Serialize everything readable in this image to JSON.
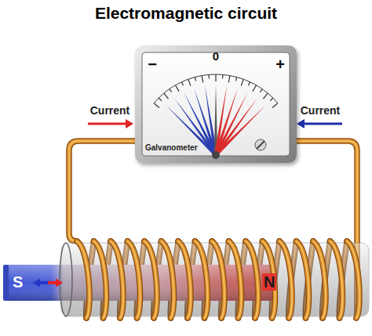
{
  "diagram": {
    "title": "Electromagnetic circuit",
    "nodes": [
      {
        "text": [
          "0",
          "−",
          "+",
          "Galvanometer"
        ]
      },
      {
        "text": [
          "S",
          "N"
        ]
      }
    ],
    "labels": [
      "Current",
      "Current"
    ]
  }
}
